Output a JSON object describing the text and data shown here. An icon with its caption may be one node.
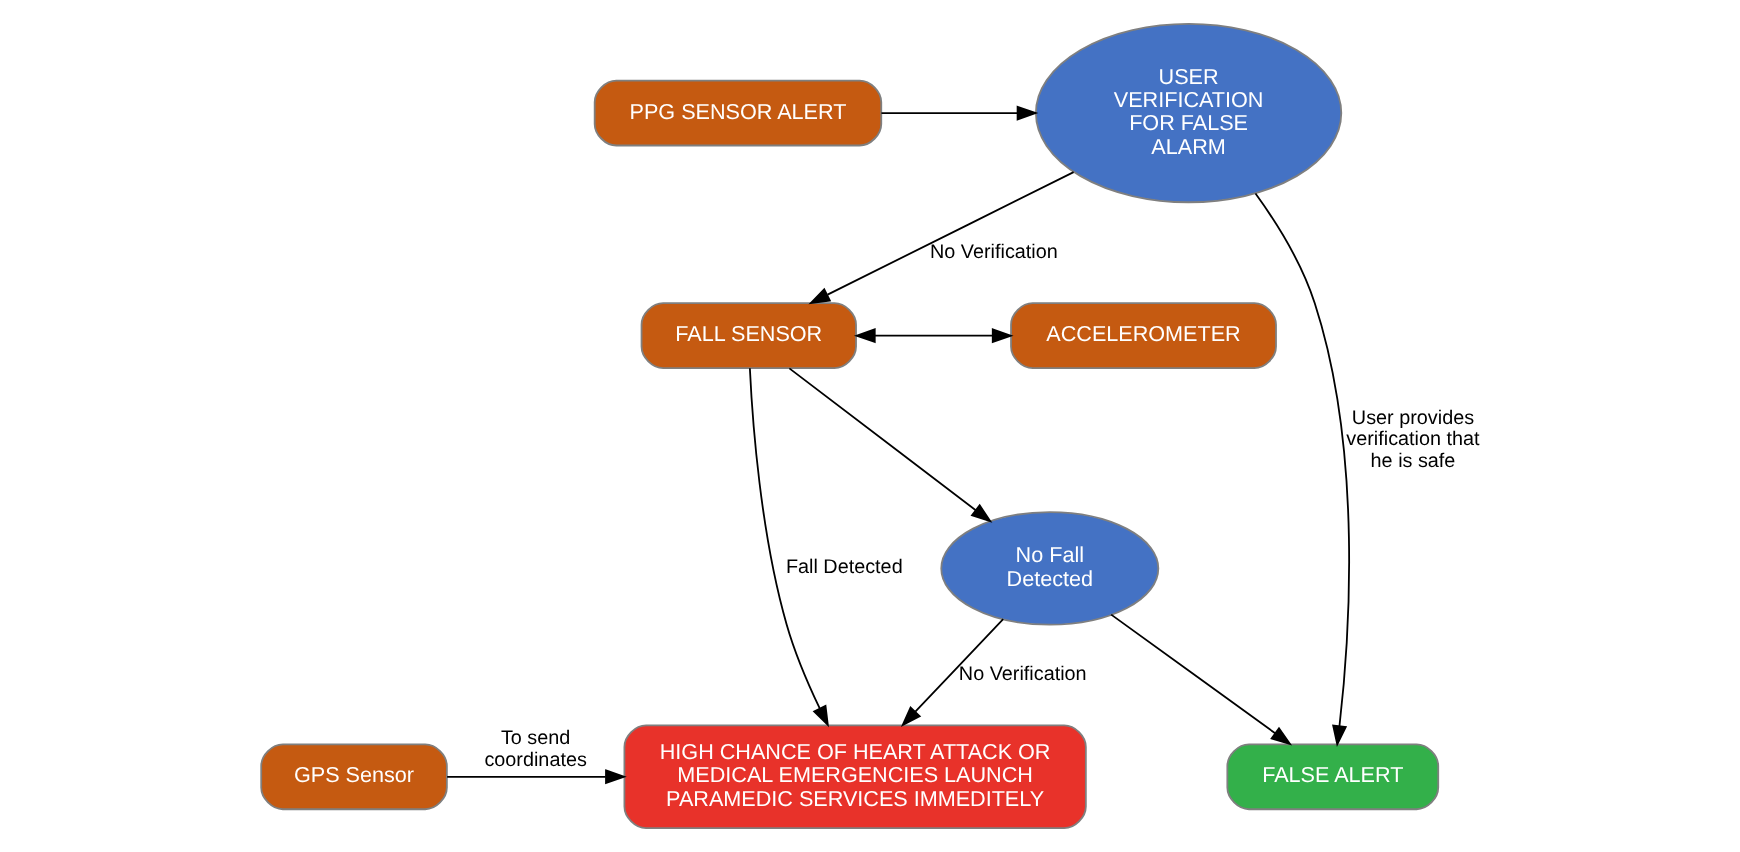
{
  "diagram": {
    "nodes": [
      {
        "text": [
          "PPG SENSOR ALERT"
        ]
      },
      {
        "text": [
          "USER VERIFICATION FOR FALSE ALARM"
        ]
      },
      {
        "text": [
          "ACCELEROMETER"
        ]
      },
      {
        "text": [
          "FALL SENSOR"
        ]
      },
      {
        "text": [
          "No Fall Detected"
        ]
      },
      {
        "text": [
          "GPS Sensor"
        ]
      },
      {
        "text": [
          "HIGH CHANCE OF HEART ATTACK OR MEDICAL EMERGENCIES LAUNCH PARAMEDIC SERVICES IMMEDITELY"
        ]
      },
      {
        "text": [
          "FALSE ALERT"
        ]
      }
    ],
    "edges": [
      {
        "from": 0,
        "to": 1,
        "arrow": "to"
      },
      {
        "from": 1,
        "to": 3,
        "arrow": "to",
        "label": "No Verification"
      },
      {
        "from": 2,
        "to": 3,
        "arrow": "both"
      },
      {
        "from": 3,
        "to": 4,
        "arrow": "to"
      },
      {
        "from": 3,
        "to": 6,
        "arrow": "to",
        "label": "Fall Detected"
      },
      {
        "from": 4,
        "to": 7,
        "arrow": "to"
      },
      {
        "from": 1,
        "to": 7,
        "arrow": "to",
        "label": "User provides verification that he is safe"
      },
      {
        "from": 4,
        "to": 6,
        "arrow": "to",
        "label": "No Verification"
      },
      {
        "from": 5,
        "to": 6,
        "arrow": "to",
        "label": "To send coordinates"
      }
    ]
  }
}
